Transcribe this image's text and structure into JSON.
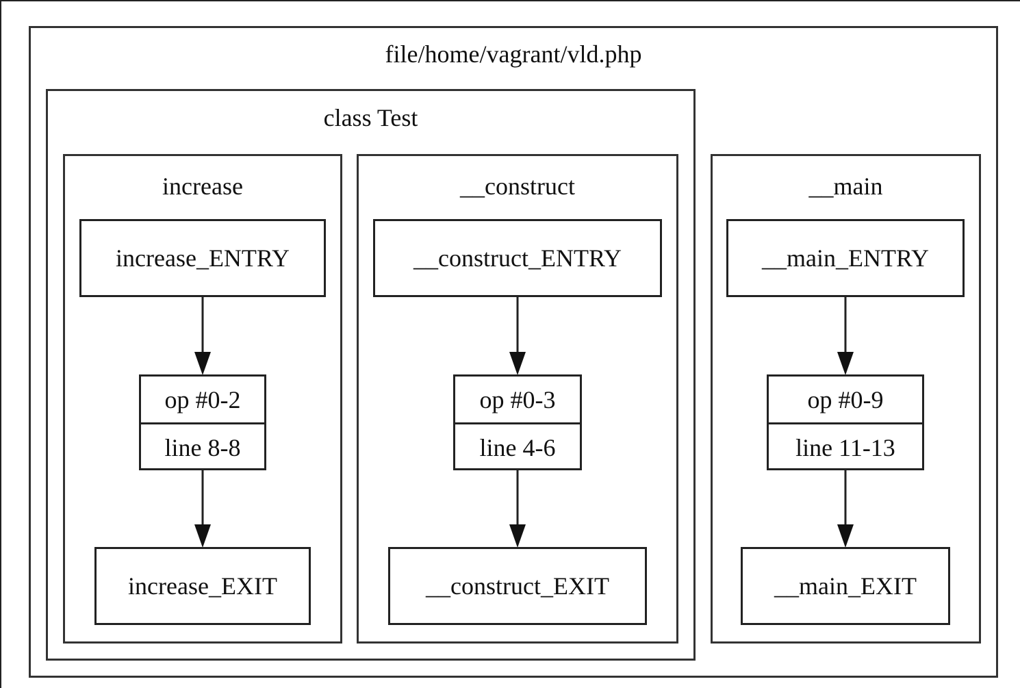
{
  "file_cluster": {
    "title": "file/home/vagrant/vld.php"
  },
  "class_cluster": {
    "title": "class Test"
  },
  "functions": {
    "increase": {
      "title": "increase",
      "entry": "increase_ENTRY",
      "op": "op #0-2",
      "line": "line 8-8",
      "exit": "increase_EXIT"
    },
    "construct": {
      "title": "__construct",
      "entry": "__construct_ENTRY",
      "op": "op #0-3",
      "line": "line 4-6",
      "exit": "__construct_EXIT"
    },
    "main": {
      "title": "__main",
      "entry": "__main_ENTRY",
      "op": "op #0-9",
      "line": "line 11-13",
      "exit": "__main_EXIT"
    }
  },
  "colors": {
    "stroke": "#222222",
    "background": "#ffffff"
  }
}
